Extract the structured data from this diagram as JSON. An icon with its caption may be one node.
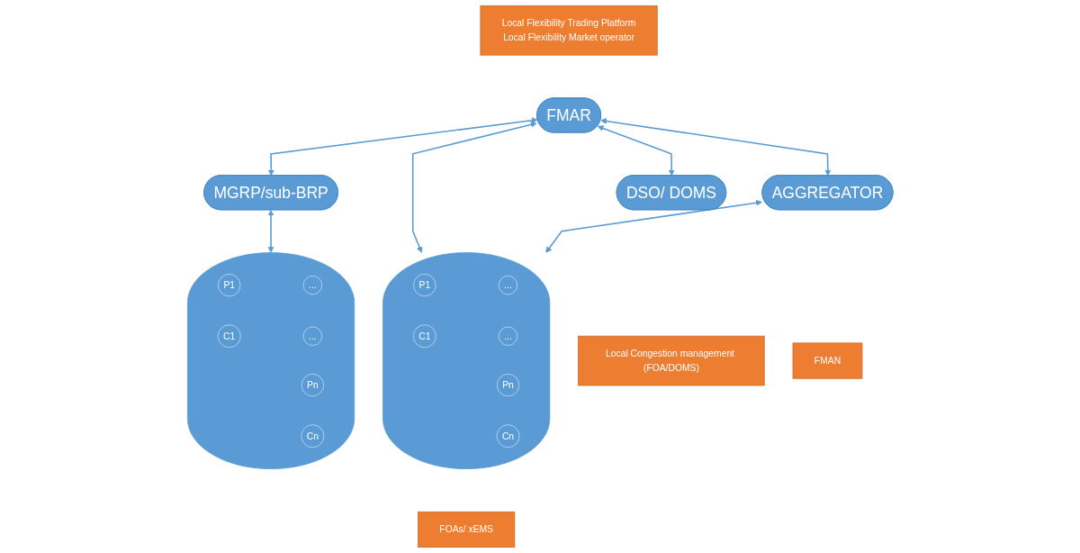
{
  "diagram": {
    "nodes": [
      {
        "text": [
          "Local Flexibility Trading Platform",
          "Local Flexibility Market operator"
        ]
      },
      {
        "text": [
          "FMAR"
        ]
      },
      {
        "text": [
          "DSO/ DOMS"
        ]
      },
      {
        "text": [
          "Local Congestion management (FOA/DOMS)"
        ]
      },
      {
        "text": [
          "AGGREGATOR"
        ]
      },
      {
        "text": [
          "FMAN"
        ]
      },
      {
        "text": [
          "MGRP/sub-BRP"
        ]
      },
      {
        "text": [],
        "shape": "ellipse"
      },
      {
        "text": [
          "P1"
        ],
        "in": 7
      },
      {
        "text": [
          "Pn"
        ],
        "in": 7
      },
      {
        "text": [
          "C1"
        ],
        "in": 7
      },
      {
        "text": [
          "Cn"
        ],
        "in": 7
      },
      {
        "text": [
          "..."
        ],
        "in": 7
      },
      {
        "text": [
          "..."
        ],
        "in": 7
      },
      {
        "text": [
          "FOAs/ xEMS"
        ]
      },
      {
        "text": [],
        "shape": "ellipse"
      },
      {
        "text": [
          "P1"
        ],
        "in": 15
      },
      {
        "text": [
          "Pn"
        ],
        "in": 15
      },
      {
        "text": [
          "C1"
        ],
        "in": 15
      },
      {
        "text": [
          "Cn"
        ],
        "in": 15
      },
      {
        "text": [
          "..."
        ],
        "in": 15
      },
      {
        "text": [
          "..."
        ],
        "in": 15
      }
    ],
    "edges": [
      {
        "from": 1,
        "to": 2,
        "arrow": "both"
      },
      {
        "from": 1,
        "to": 4,
        "arrow": "both"
      },
      {
        "from": 1,
        "to": 7,
        "arrow": "both"
      },
      {
        "from": 1,
        "to": 6,
        "arrow": "both"
      },
      {
        "from": 4,
        "to": 7,
        "arrow": "both"
      },
      {
        "from": 6,
        "to": 15,
        "arrow": "both"
      }
    ]
  }
}
